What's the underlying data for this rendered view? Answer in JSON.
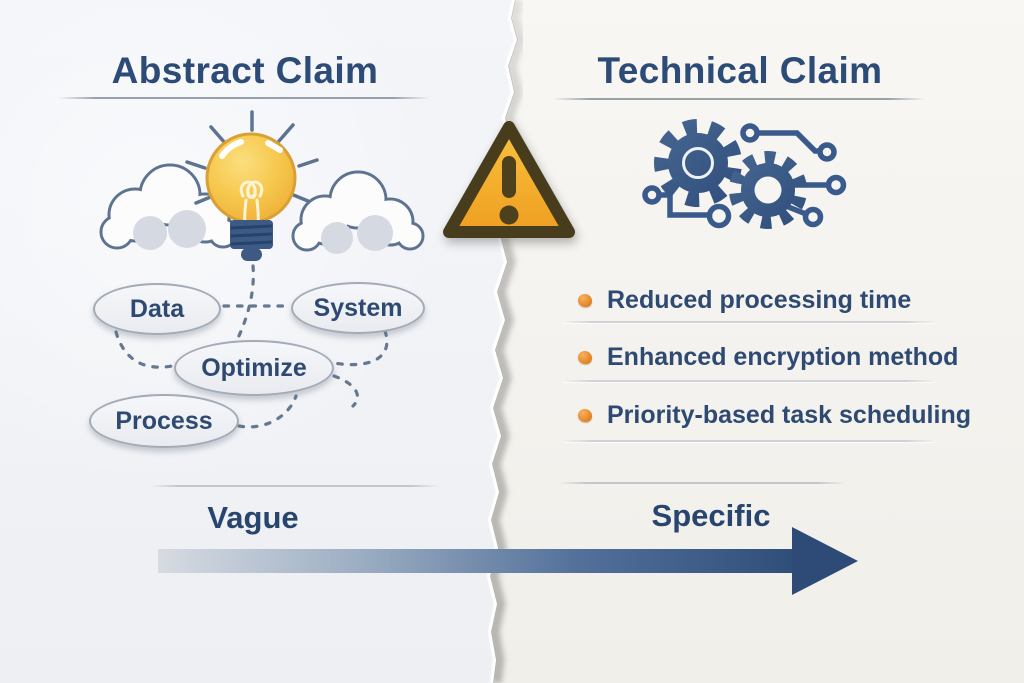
{
  "left_panel": {
    "title": "Abstract Claim",
    "icon": "lightbulb-clouds-icon",
    "bubbles": [
      {
        "label": "Data"
      },
      {
        "label": "System"
      },
      {
        "label": "Optimize"
      },
      {
        "label": "Process"
      }
    ],
    "axis_label": "Vague"
  },
  "right_panel": {
    "title": "Technical Claim",
    "icon": "gears-circuit-icon",
    "bullets": [
      {
        "label": "Reduced processing time"
      },
      {
        "label": "Enhanced encryption method"
      },
      {
        "label": "Priority-based task scheduling"
      }
    ],
    "axis_label": "Specific"
  },
  "divider": {
    "icon": "warning-triangle-icon",
    "style": "torn-paper"
  },
  "colors": {
    "title_navy": "#2d4b77",
    "body_navy": "#2e4a72",
    "bullet_orange": "#e48932",
    "gear_blue": "#3b5a8c",
    "warning_fill": "#f3b02c",
    "warning_border": "#4a3f1e",
    "cloud_outline": "#5e7390",
    "bulb_yellow": "#f6c84d",
    "arrow_start": "#d7dbe2",
    "arrow_end": "#2e4d78"
  }
}
